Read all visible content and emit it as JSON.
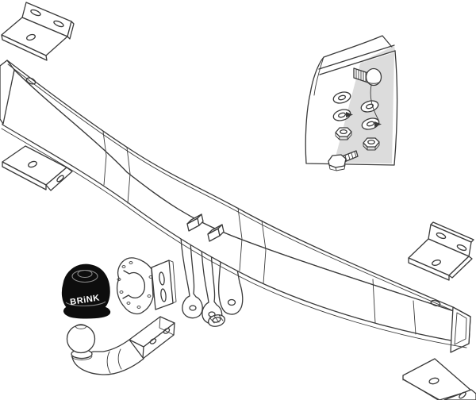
{
  "drawing": {
    "type": "technical-line-drawing",
    "background": "#ffffff",
    "line_color": "#3a3a3a",
    "shade_color": "#dcdcdc",
    "cap_color": "#0d0d0d",
    "cap_label": "BRiNK",
    "cap_label_color": "#ffffff",
    "parts": [
      "mounting-bracket-top-left",
      "mounting-plate-left",
      "crossmember-beam",
      "hanger-straps",
      "fastener-bag",
      "mounting-bracket-right",
      "mounting-plate-bottom-right",
      "socket-plate-bracket",
      "swan-neck-towball",
      "ball-cover-cap"
    ],
    "fastener_bag_contents": {
      "carriage_bolt": 1,
      "hex_bolt": 1,
      "washers": 4,
      "hex_nuts": 2,
      "arrow_markers": 2
    }
  }
}
